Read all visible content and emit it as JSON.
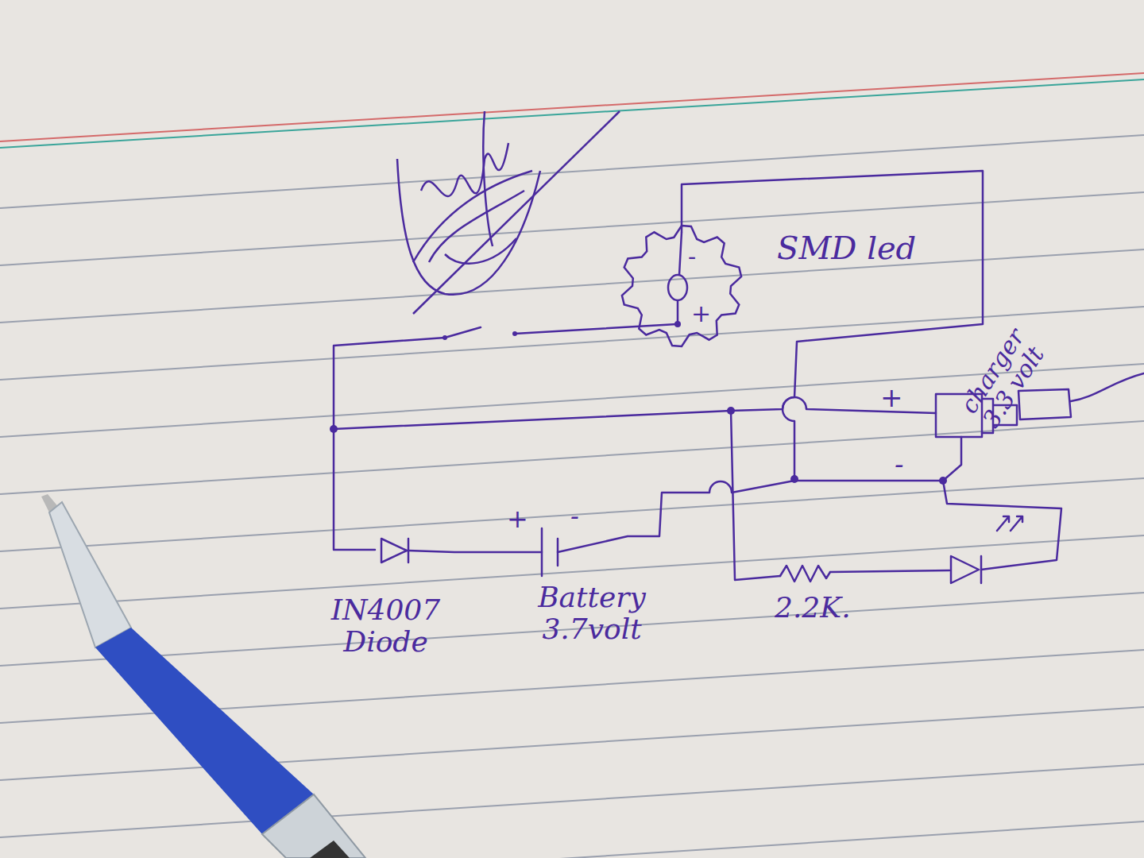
{
  "diagram": {
    "nodes": [
      {
        "text": [
          "-",
          "+"
        ]
      }
    ],
    "labels": [
      "SMD led",
      "charger 3.3 volt",
      "+",
      "-",
      "+",
      "-",
      "IN4007 Diode",
      "Battery 3.7volt",
      "2.2K."
    ]
  }
}
